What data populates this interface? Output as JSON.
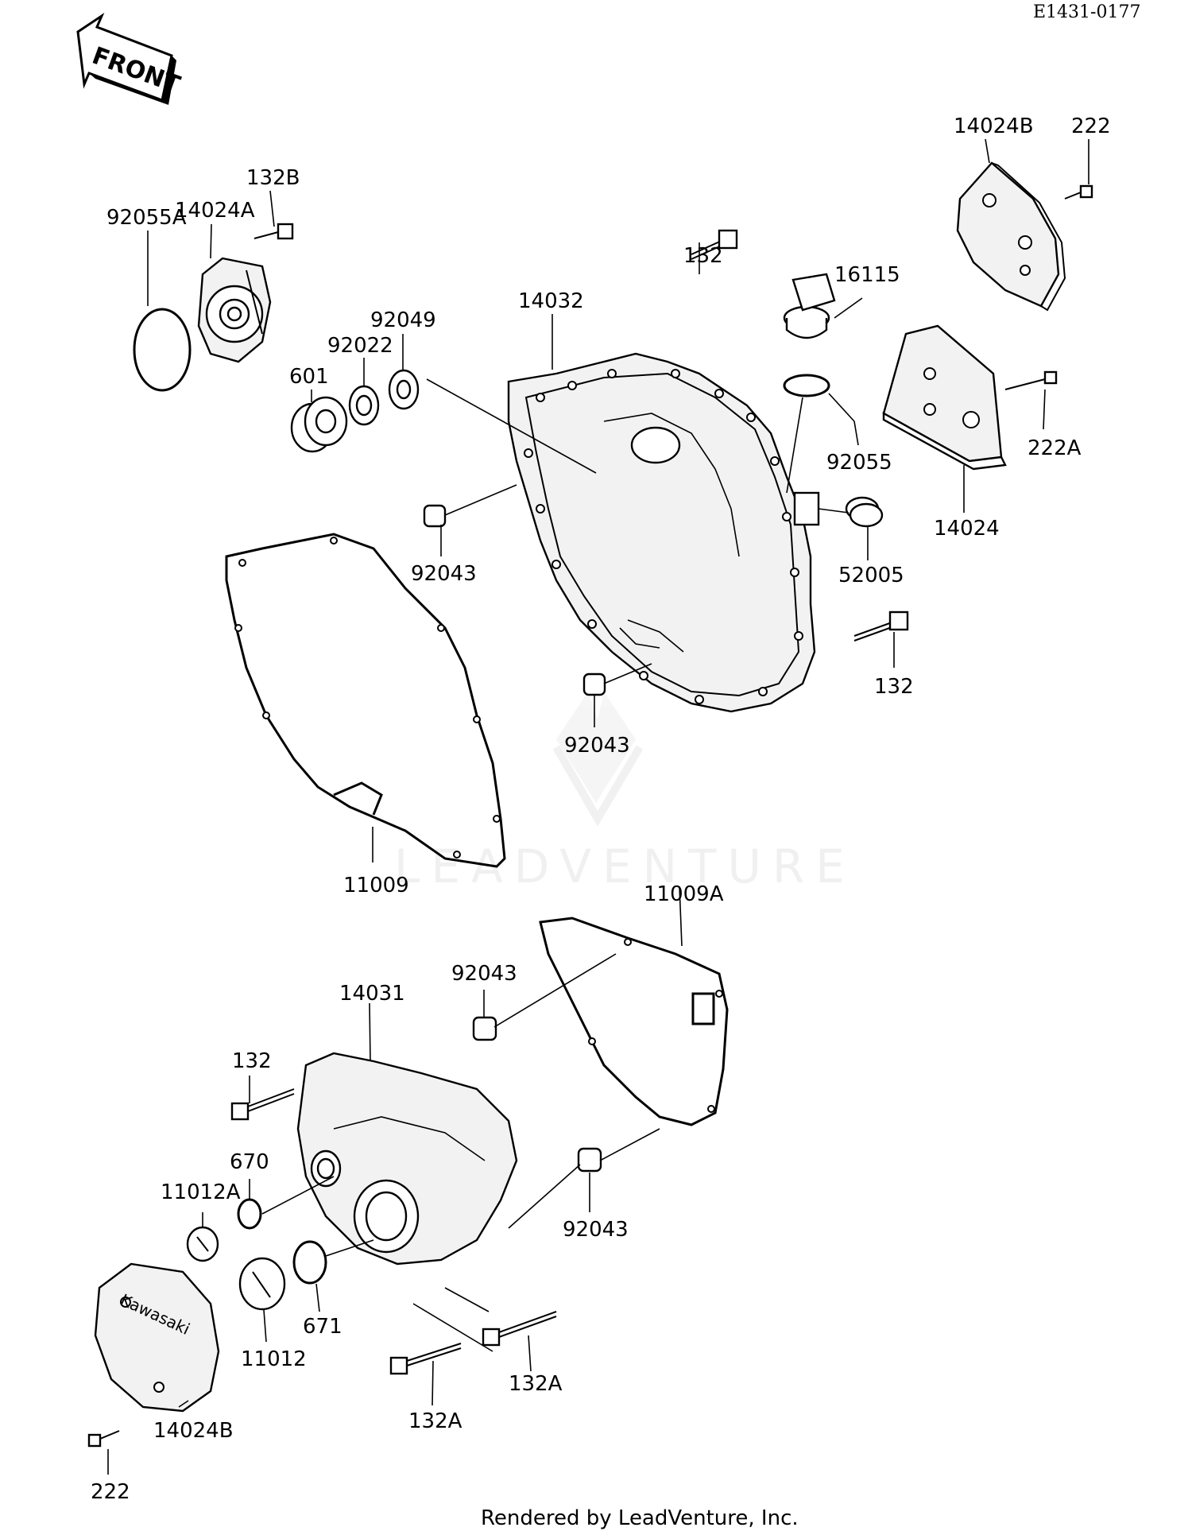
{
  "ref_code": "E1431-0177",
  "front_arrow_label": "FRONT",
  "footer": "Rendered by LeadVenture, Inc.",
  "watermark": "LEADVENTURE",
  "labels": {
    "l_14024B_top": "14024B",
    "l_222_top": "222",
    "l_132B": "132B",
    "l_14024A": "14024A",
    "l_92055A": "92055A",
    "l_132_top": "132",
    "l_16115": "16115",
    "l_14032": "14032",
    "l_92049": "92049",
    "l_92022": "92022",
    "l_601": "601",
    "l_92055": "92055",
    "l_222A": "222A",
    "l_14024": "14024",
    "l_92043_a": "92043",
    "l_52005": "52005",
    "l_132_mid": "132",
    "l_92043_b": "92043",
    "l_11009": "11009",
    "l_11009A": "11009A",
    "l_92043_c": "92043",
    "l_14031": "14031",
    "l_132_low": "132",
    "l_670": "670",
    "l_11012A": "11012A",
    "l_92043_d": "92043",
    "l_671": "671",
    "l_11012": "11012",
    "l_132A_a": "132A",
    "l_132A_b": "132A",
    "l_14024B_bot": "14024B",
    "l_222_bot": "222"
  }
}
